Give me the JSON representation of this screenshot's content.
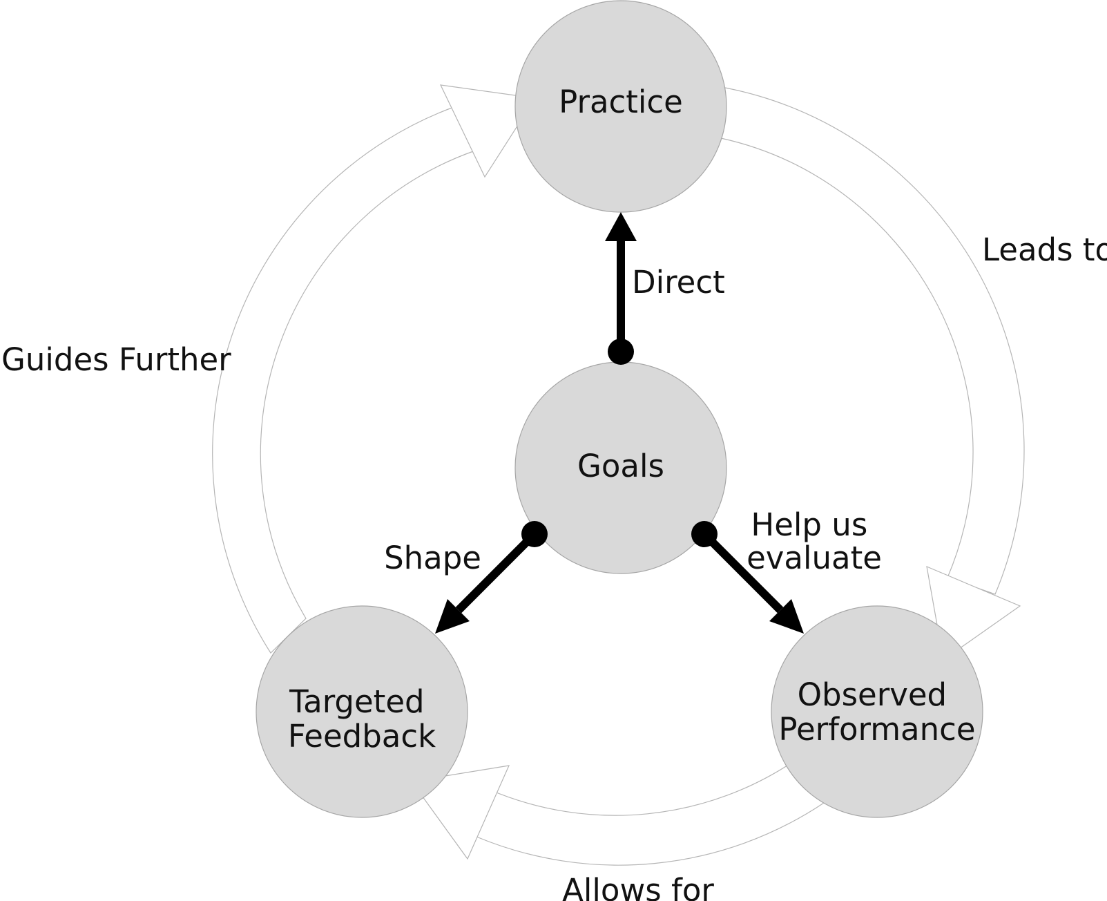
{
  "nodes": {
    "practice": "Practice",
    "goals": "Goals",
    "targeted_feedback": [
      "Targeted",
      "Feedback"
    ],
    "observed_performance": [
      "Observed",
      "Performance"
    ]
  },
  "cycle_labels": {
    "leads_to": "Leads to",
    "allows_for": "Allows for",
    "guides_further": "Guides Further"
  },
  "goal_links": {
    "direct": "Direct",
    "shape": "Shape",
    "help_us_evaluate": [
      "Help us",
      "evaluate"
    ]
  },
  "colors": {
    "node_fill": "#d9d9d9",
    "node_stroke": "#a6a6a6",
    "cycle_arrow_fill": "#ffffff",
    "cycle_arrow_stroke": "#b5b5b5",
    "link_color": "#000000",
    "text_color": "#111111"
  }
}
